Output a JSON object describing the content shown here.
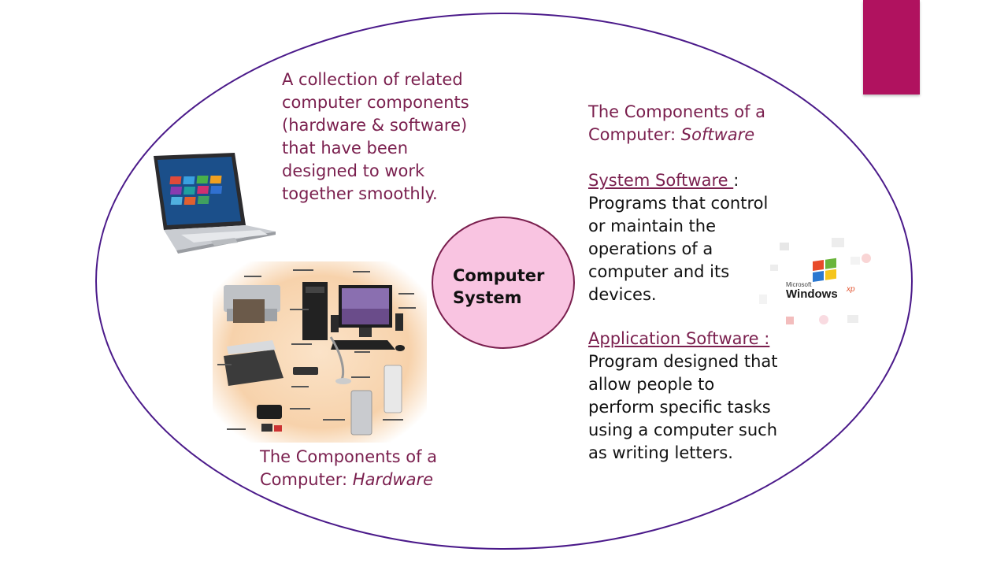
{
  "definition": {
    "line1": "A collection of related",
    "line2": "computer components",
    "line3": "(hardware & software)",
    "line4": "that have been",
    "line5": "designed to work",
    "line6": "together smoothly."
  },
  "center": {
    "line1": "Computer",
    "line2": "System"
  },
  "hardware": {
    "line1": "The Components of a",
    "line2_prefix": "Computer: ",
    "line2_italic": "Hardware"
  },
  "software": {
    "line1": "The Components of a",
    "line2_prefix": "Computer: ",
    "line2_italic": "Software",
    "system_heading": "System Software ",
    "system_colon": ":",
    "system_body": [
      "Programs that control",
      "or maintain the",
      "operations of a",
      "computer and its",
      "devices."
    ],
    "app_heading": "Application Software :",
    "app_body": [
      "Program designed that",
      "allow people to",
      "perform specific tasks",
      "using a computer such",
      "as writing letters."
    ]
  },
  "windows_logo": {
    "maker": "Microsoft",
    "name": "Windows",
    "version": "xp"
  },
  "colors": {
    "accent": "#b0125f",
    "ellipse": "#4b1a8a",
    "maroon_text": "#7a1f4e",
    "circle_fill": "#f9c4e1"
  }
}
